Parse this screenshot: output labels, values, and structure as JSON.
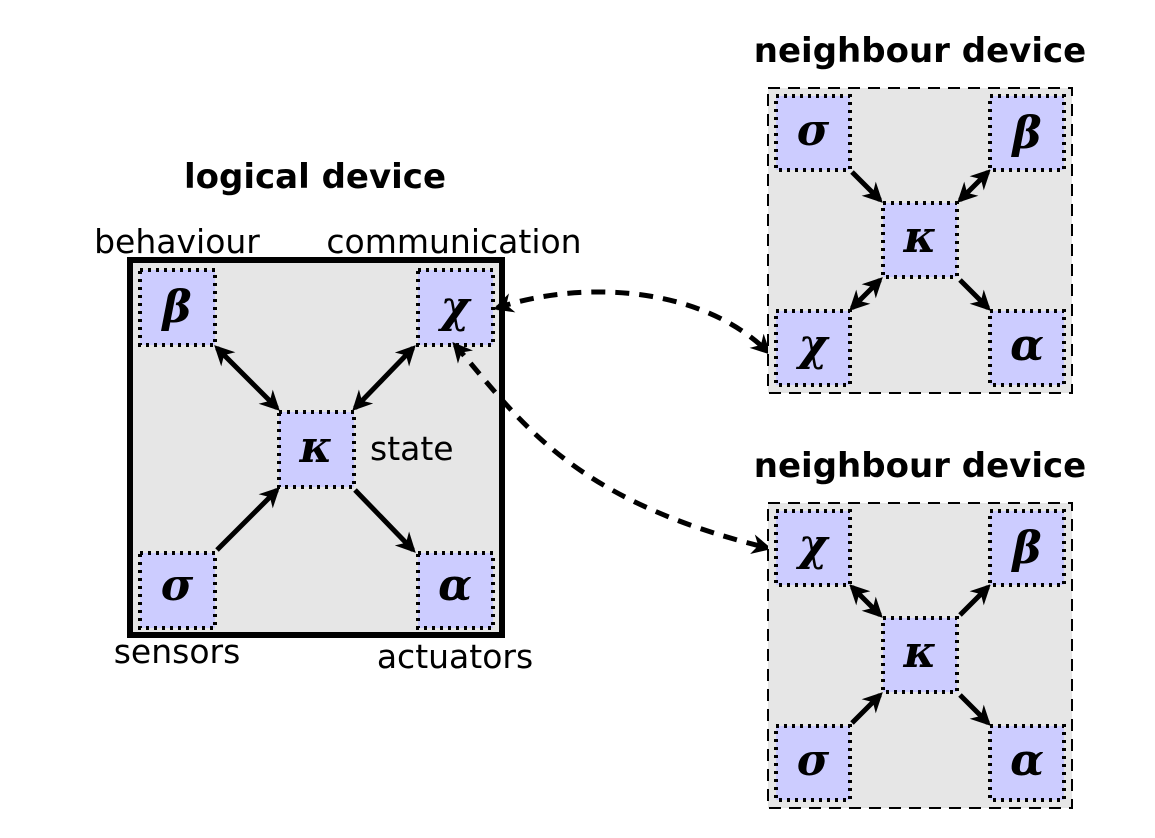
{
  "logical_device": {
    "title": "logical device",
    "labels": {
      "behaviour": "behaviour",
      "communication": "communication",
      "state": "state",
      "sensors": "sensors",
      "actuators": "actuators"
    }
  },
  "symbols": {
    "sensors": "σ",
    "behaviour": "β",
    "communication": "χ",
    "state": "κ",
    "actuators": "α"
  },
  "neighbour_top": {
    "title": "neighbour device"
  },
  "neighbour_bottom": {
    "title": "neighbour device"
  },
  "colors": {
    "device_fill": "#e6e6e6",
    "component_fill": "#ccccff",
    "stroke": "#000000"
  }
}
